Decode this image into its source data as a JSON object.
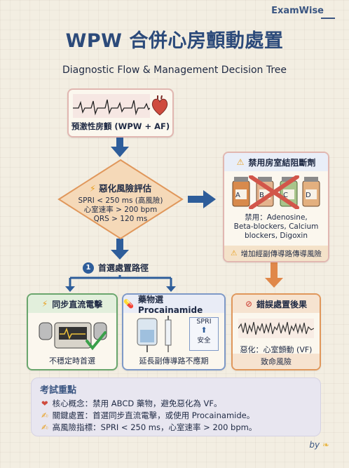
{
  "brand": "ExamWise",
  "title": "WPW 合併心房顫動處置",
  "subtitle": "Diagnostic Flow & Management Decision Tree",
  "top_card": {
    "label": "預激性房顫 (WPW + AF)"
  },
  "risk": {
    "title": "惡化風險評估",
    "lines": [
      "SPRI < 250 ms (高風險)",
      "心室速率 > 200 bpm",
      "QRS > 120 ms"
    ]
  },
  "forbidden": {
    "title": "禁用房室結阻斷劑",
    "vials": [
      "A",
      "B",
      "C",
      "D"
    ],
    "body": [
      "禁用：Adenosine,",
      "Beta-blockers, Calcium",
      "blockers, Digoxin"
    ],
    "warning": "增加經副傳導路傳導風險"
  },
  "primary_path": {
    "step": "1",
    "label": "首選處置路徑"
  },
  "option_shock": {
    "title": "同步直流電擊",
    "caption": "不穩定時首選"
  },
  "option_drug": {
    "title": "藥物選 Procainamide",
    "sign_lines": [
      "SPRI",
      "安全"
    ],
    "caption": "延長副傳導路不應期"
  },
  "wrong": {
    "title": "錯誤處置後果",
    "result": "惡化：心室顫動 (VF)",
    "footer": "致命風險"
  },
  "exam": {
    "title": "考試重點",
    "items": [
      "核心概念：禁用 ABCD 藥物，避免惡化為 VF。",
      "關鍵處置：首選同步直流電擊，或使用 Procainamide。",
      "高風險指標：SPRI < 250 ms，心室速率 > 200 bpm。"
    ]
  },
  "byline": "by",
  "colors": {
    "navy": "#2c4a7a",
    "green": "#6aa66d",
    "blue": "#7e99c7",
    "orange": "#e0975b",
    "red": "#d2564a"
  }
}
